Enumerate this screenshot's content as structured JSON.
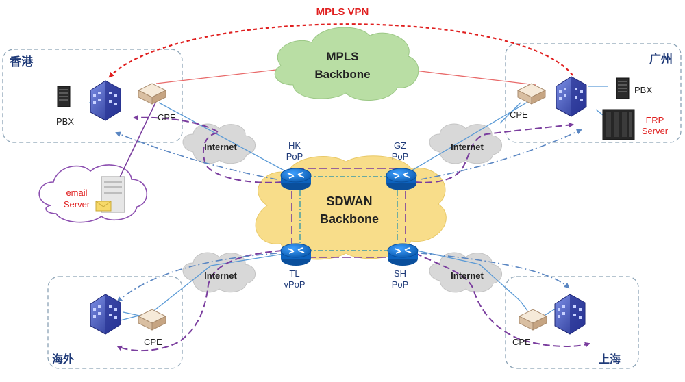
{
  "title": "MPLS VPN",
  "mpls": {
    "line1": "MPLS",
    "line2": "Backbone"
  },
  "sdwan": {
    "line1": "SDWAN",
    "line2": "Backbone"
  },
  "sites": {
    "hk": {
      "name": "香港",
      "pbx": "PBX",
      "cpe": "CPE"
    },
    "gz": {
      "name": "广州",
      "pbx": "PBX",
      "cpe": "CPE",
      "erp1": "ERP",
      "erp2": "Server"
    },
    "overseas": {
      "name": "海外",
      "cpe": "CPE"
    },
    "sh": {
      "name": "上海",
      "cpe": "CPE"
    }
  },
  "email": {
    "line1": "email",
    "line2": "Server"
  },
  "pops": {
    "hk": {
      "line1": "HK",
      "line2": "PoP"
    },
    "gz": {
      "line1": "GZ",
      "line2": "PoP"
    },
    "tl": {
      "line1": "TL",
      "line2": "vPoP"
    },
    "sh": {
      "line1": "SH",
      "line2": "PoP"
    }
  },
  "internet": {
    "label": "Internet"
  },
  "colors": {
    "mpls_cloud": "#b9dea4",
    "sdwan_cloud": "#f8dd8a",
    "internet_cloud": "#d8d8d8",
    "mpls_vpn": "#e01f1f",
    "purple_route": "#7a3d9e",
    "blue_route": "#5a86c2",
    "router": "#1476d2",
    "site_border": "#8aa2b5",
    "site_label": "#1f3a78"
  }
}
